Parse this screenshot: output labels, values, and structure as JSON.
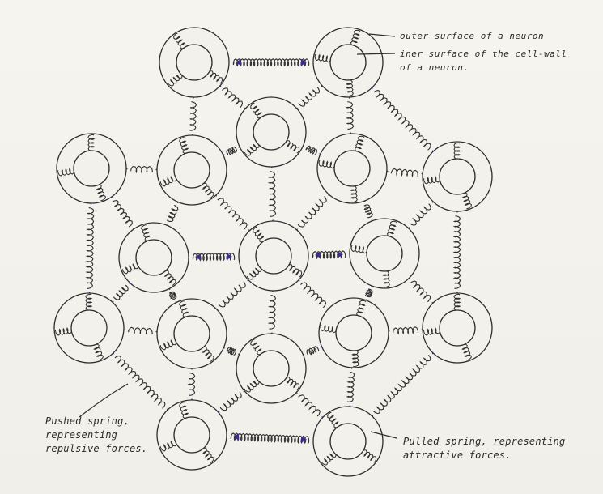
{
  "labels": {
    "outer_surface": "outer surface of a neuron",
    "inner_surface": [
      "iner surface of the cell-wall",
      "of a neuron."
    ],
    "pushed_spring": [
      "Pushed spring,",
      "representing",
      "repulsive forces."
    ],
    "pulled_spring": [
      "Pulled spring, representing",
      "attractive forces."
    ]
  },
  "colors": {
    "ink": "#2e2e2e",
    "arrow": "#3a2f8c",
    "paper": "#f3f1ec"
  },
  "neurons": [
    {
      "id": "n1"
    },
    {
      "id": "n2"
    },
    {
      "id": "n3"
    },
    {
      "id": "n4"
    },
    {
      "id": "n5"
    },
    {
      "id": "n6"
    },
    {
      "id": "n7"
    },
    {
      "id": "n8"
    },
    {
      "id": "n9"
    },
    {
      "id": "n10"
    },
    {
      "id": "n11"
    },
    {
      "id": "n12"
    },
    {
      "id": "n13"
    },
    {
      "id": "n14"
    },
    {
      "id": "n15"
    },
    {
      "id": "n16"
    },
    {
      "id": "n17"
    }
  ],
  "springs": [
    [
      "n1",
      "n2"
    ],
    [
      "n1",
      "n4"
    ],
    [
      "n1",
      "n5"
    ],
    [
      "n2",
      "n5"
    ],
    [
      "n2",
      "n7"
    ],
    [
      "n2",
      "n6"
    ],
    [
      "n3",
      "n4"
    ],
    [
      "n3",
      "n8"
    ],
    [
      "n3",
      "n11"
    ],
    [
      "n4",
      "n5"
    ],
    [
      "n4",
      "n8"
    ],
    [
      "n4",
      "n9"
    ],
    [
      "n5",
      "n6"
    ],
    [
      "n5",
      "n9"
    ],
    [
      "n6",
      "n7"
    ],
    [
      "n6",
      "n9"
    ],
    [
      "n6",
      "n10"
    ],
    [
      "n7",
      "n10"
    ],
    [
      "n7",
      "n15"
    ],
    [
      "n8",
      "n9"
    ],
    [
      "n8",
      "n11"
    ],
    [
      "n8",
      "n12"
    ],
    [
      "n9",
      "n10"
    ],
    [
      "n9",
      "n12"
    ],
    [
      "n9",
      "n13"
    ],
    [
      "n9",
      "n14"
    ],
    [
      "n10",
      "n14"
    ],
    [
      "n10",
      "n15"
    ],
    [
      "n11",
      "n12"
    ],
    [
      "n11",
      "n16"
    ],
    [
      "n12",
      "n13"
    ],
    [
      "n12",
      "n16"
    ],
    [
      "n13",
      "n14"
    ],
    [
      "n13",
      "n16"
    ],
    [
      "n13",
      "n17"
    ],
    [
      "n14",
      "n15"
    ],
    [
      "n14",
      "n17"
    ],
    [
      "n15",
      "n17"
    ],
    [
      "n16",
      "n17"
    ]
  ],
  "pushed_springs": [
    [
      "n1",
      "n2"
    ],
    [
      "n16",
      "n17"
    ],
    [
      "n9",
      "n10"
    ],
    [
      "n8",
      "n9"
    ]
  ]
}
